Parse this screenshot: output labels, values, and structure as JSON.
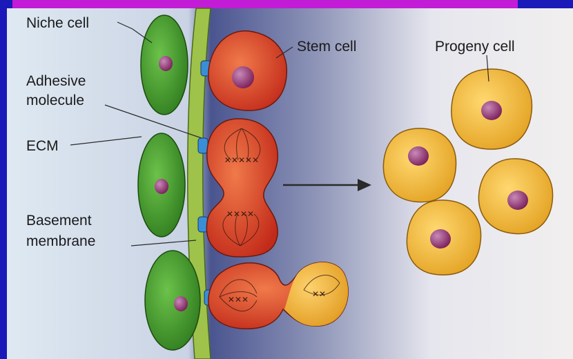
{
  "diagram": {
    "labels": {
      "niche_cell": "Niche cell",
      "adhesive_molecule_line1": "Adhesive",
      "adhesive_molecule_line2": "molecule",
      "ecm": "ECM",
      "basement_membrane_line1": "Basement",
      "basement_membrane_line2": "membrane",
      "stem_cell": "Stem cell",
      "progeny_cell": "Progeny cell"
    },
    "colors": {
      "frame": "#1a1ab8",
      "top_bar": "#c21cd6",
      "paper": "#eef0f5",
      "niche_cell": "#3f9a2c",
      "stem_cell": "#e2492a",
      "progeny_cell": "#f2b530",
      "nucleus": "#8a2c6a",
      "membrane": "#9fc24a",
      "adhesive_molecule": "#3a8ed6"
    }
  }
}
